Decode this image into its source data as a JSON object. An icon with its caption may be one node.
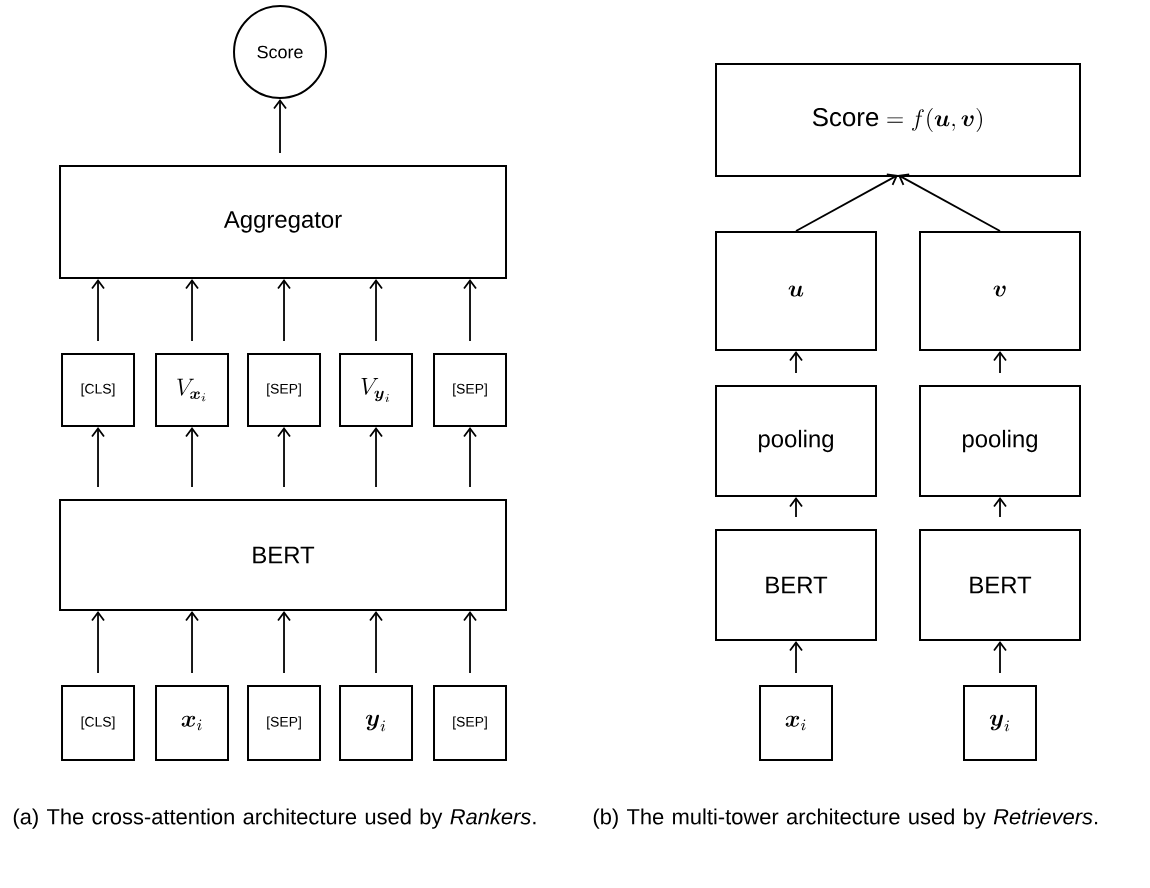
{
  "diagram": {
    "nodes": [
      {
        "text": [
          "Score"
        ]
      },
      {
        "text": [
          "Aggregator"
        ]
      },
      {
        "text": [
          "[CLS]"
        ]
      },
      {
        "text": [
          "V_{\\boldsymbol{x}_i}"
        ]
      },
      {
        "text": [
          "[SEP]"
        ]
      },
      {
        "text": [
          "V_{\\boldsymbol{y}_i}"
        ]
      },
      {
        "text": [
          "[SEP]"
        ]
      },
      {
        "text": [
          "BERT"
        ]
      },
      {
        "text": [
          "[CLS]"
        ]
      },
      {
        "text": [
          "\\boldsymbol{x}_i"
        ]
      },
      {
        "text": [
          "[SEP]"
        ]
      },
      {
        "text": [
          "\\boldsymbol{y}_i"
        ]
      },
      {
        "text": [
          "[SEP]"
        ]
      },
      {
        "text": [
          "\\text{Score} = f(\\boldsymbol{u},\\boldsymbol{v})"
        ]
      },
      {
        "text": [
          "\\boldsymbol{u}"
        ]
      },
      {
        "text": [
          "\\boldsymbol{v}"
        ]
      },
      {
        "text": [
          "pooling"
        ]
      },
      {
        "text": [
          "pooling"
        ]
      },
      {
        "text": [
          "BERT"
        ]
      },
      {
        "text": [
          "BERT"
        ]
      },
      {
        "text": [
          "\\boldsymbol{x}_i"
        ]
      },
      {
        "text": [
          "\\boldsymbol{y}_i"
        ]
      }
    ],
    "edges": [
      {
        "from": 1,
        "to": 0,
        "arrow": "to"
      },
      {
        "from": 2,
        "to": 1,
        "arrow": "to"
      },
      {
        "from": 3,
        "to": 1,
        "arrow": "to"
      },
      {
        "from": 4,
        "to": 1,
        "arrow": "to"
      },
      {
        "from": 5,
        "to": 1,
        "arrow": "to"
      },
      {
        "from": 6,
        "to": 1,
        "arrow": "to"
      },
      {
        "from": 7,
        "to": 2,
        "arrow": "to"
      },
      {
        "from": 7,
        "to": 3,
        "arrow": "to"
      },
      {
        "from": 7,
        "to": 4,
        "arrow": "to"
      },
      {
        "from": 7,
        "to": 5,
        "arrow": "to"
      },
      {
        "from": 7,
        "to": 6,
        "arrow": "to"
      },
      {
        "from": 8,
        "to": 7,
        "arrow": "to"
      },
      {
        "from": 9,
        "to": 7,
        "arrow": "to"
      },
      {
        "from": 10,
        "to": 7,
        "arrow": "to"
      },
      {
        "from": 11,
        "to": 7,
        "arrow": "to"
      },
      {
        "from": 12,
        "to": 7,
        "arrow": "to"
      },
      {
        "from": 14,
        "to": 13,
        "arrow": "to"
      },
      {
        "from": 15,
        "to": 13,
        "arrow": "to"
      },
      {
        "from": 16,
        "to": 14,
        "arrow": "to"
      },
      {
        "from": 17,
        "to": 15,
        "arrow": "to"
      },
      {
        "from": 18,
        "to": 16,
        "arrow": "to"
      },
      {
        "from": 19,
        "to": 17,
        "arrow": "to"
      },
      {
        "from": 20,
        "to": 18,
        "arrow": "to"
      },
      {
        "from": 21,
        "to": 19,
        "arrow": "to"
      }
    ],
    "labels": [
      "(a) The cross-attention architecture used by *Rankers*.",
      "(b) The multi-tower architecture used by *Retrievers*."
    ]
  }
}
